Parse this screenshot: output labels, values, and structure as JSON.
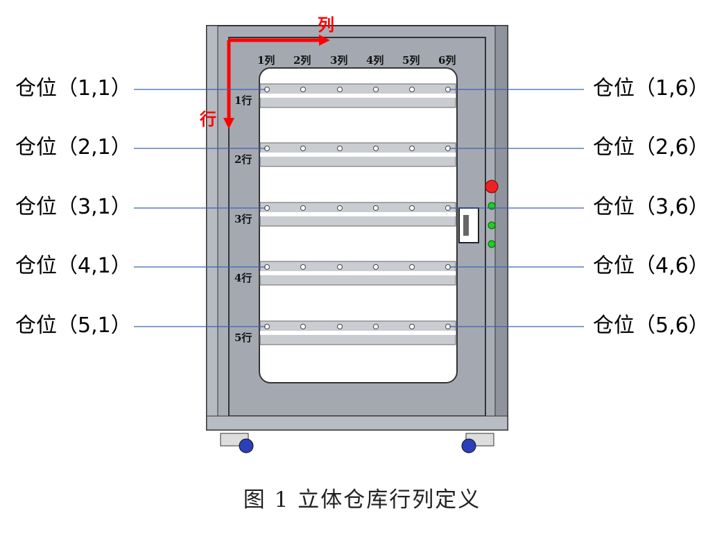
{
  "axis": {
    "column_label": "列",
    "row_label": "行",
    "arrow_color": "#ff0000"
  },
  "columns": [
    "1列",
    "2列",
    "3列",
    "4列",
    "5列",
    "6列"
  ],
  "rows": [
    "1行",
    "2行",
    "3行",
    "4行",
    "5行"
  ],
  "left_slots": [
    "仓位（1,1）",
    "仓位（2,1）",
    "仓位（3,1）",
    "仓位（4,1）",
    "仓位（5,1）"
  ],
  "right_slots": [
    "仓位（1,6）",
    "仓位（2,6）",
    "仓位（3,6）",
    "仓位（4,6）",
    "仓位（5,6）"
  ],
  "indicators": {
    "red": "#ee2222",
    "green": "#22cc22"
  },
  "leader_color": "#3a62b8",
  "caption": "图 1 立体仓库行列定义"
}
